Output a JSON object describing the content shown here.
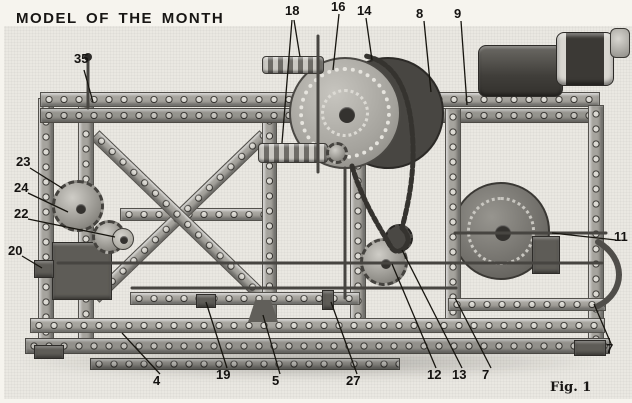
{
  "page": {
    "title": "MODEL OF THE MONTH",
    "figure_caption": "Fig. 1"
  },
  "callouts": [
    {
      "label": "35"
    },
    {
      "label": "23"
    },
    {
      "label": "24"
    },
    {
      "label": "22"
    },
    {
      "label": "20"
    },
    {
      "label": "4"
    },
    {
      "label": "19"
    },
    {
      "label": "5"
    },
    {
      "label": "27"
    },
    {
      "label": "12"
    },
    {
      "label": "13"
    },
    {
      "label": "7"
    },
    {
      "label": "7"
    },
    {
      "label": "11"
    },
    {
      "label": "18"
    },
    {
      "label": "16"
    },
    {
      "label": "14"
    },
    {
      "label": "8"
    },
    {
      "label": "9"
    }
  ]
}
